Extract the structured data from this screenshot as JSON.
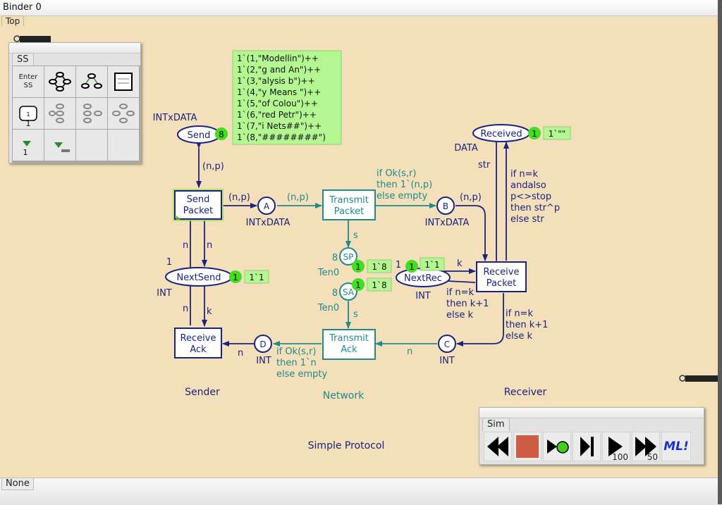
{
  "window": {
    "title": "Binder 0",
    "top_tab": "Top"
  },
  "status": {
    "tab": "None"
  },
  "ss_palette": {
    "tab": "SS",
    "cells": [
      {
        "icon": "enter-ss-tool",
        "label": "Enter\nSS"
      },
      {
        "icon": "calc-all-nodes-icon"
      },
      {
        "icon": "successors-icon"
      },
      {
        "icon": "display-node-icon"
      },
      {
        "icon": "state-space-node-icon"
      },
      {
        "icon": "scc-graph-icon"
      },
      {
        "icon": "predecessors-icon"
      },
      {
        "icon": "partial-graph-icon"
      },
      {
        "icon": "to-simulator-icon"
      },
      {
        "icon": "from-simulator-icon"
      },
      {
        "icon": "empty"
      },
      {
        "icon": "empty"
      }
    ]
  },
  "sim_palette": {
    "tab": "Sim",
    "buttons": [
      {
        "name": "rewind-icon"
      },
      {
        "name": "stop-icon"
      },
      {
        "name": "play-once-icon"
      },
      {
        "name": "step-icon"
      },
      {
        "name": "play-steps-icon",
        "count": "100"
      },
      {
        "name": "fast-forward-icon",
        "count": "50"
      },
      {
        "name": "ml-evaluate-icon",
        "label": "ML!"
      }
    ]
  },
  "net": {
    "places": {
      "send": {
        "name": "Send",
        "type": "INTxDATA",
        "count": "8"
      },
      "a": {
        "name": "A",
        "type": "INTxDATA"
      },
      "b": {
        "name": "B",
        "type": "INTxDATA"
      },
      "c": {
        "name": "C",
        "type": "INT"
      },
      "d": {
        "name": "D",
        "type": "INT"
      },
      "received": {
        "name": "Received",
        "type": "DATA",
        "count": "1",
        "marking": "1`\"\""
      },
      "nextsend": {
        "name": "NextSend",
        "type": "INT",
        "init": "1",
        "count": "1",
        "marking": "1`1"
      },
      "nextrec": {
        "name": "NextRec",
        "type": "INT",
        "init": "1",
        "count": "1",
        "marking": "1`1"
      },
      "sp": {
        "name": "SP",
        "type": "Ten0",
        "init": "8",
        "count": "1",
        "marking": "1`8"
      },
      "sa": {
        "name": "SA",
        "type": "Ten0",
        "init": "8",
        "count": "1",
        "marking": "1`8"
      }
    },
    "transitions": {
      "send_packet": [
        "Send",
        "Packet"
      ],
      "receive_ack": [
        "Receive",
        "Ack"
      ],
      "transmit_packet": [
        "Transmit",
        "Packet"
      ],
      "transmit_ack": [
        "Transmit",
        "Ack"
      ],
      "receive_packet": [
        "Receive",
        "Packet"
      ]
    },
    "send_marking": [
      "1`(1,\"Modellin\")++",
      "1`(2,\"g and An\")++",
      "1`(3,\"alysis b\")++",
      "1`(4,\"y Means \")++",
      "1`(5,\"of Colou\")++",
      "1`(6,\"red Petr\")++",
      "1`(7,\"i Nets##\")++",
      "1`(8,\"########\")"
    ],
    "arcs": {
      "np": "(n,p)",
      "n": "n",
      "k": "k",
      "s": "s",
      "str": "str",
      "ok_packet": [
        "if Ok(s,r)",
        "then 1`(n,p)",
        "else empty"
      ],
      "ok_ack": [
        "if Ok(s,r)",
        "then 1`n",
        "else empty"
      ],
      "received_guard": [
        "if n=k",
        "andalso",
        "p<>stop",
        "then str^p",
        "else str"
      ],
      "nextrec_update": [
        "if n=k",
        "then k+1",
        "else k"
      ],
      "ack_update": [
        "if n=k",
        "then k+1",
        "else k"
      ]
    },
    "modules": {
      "sender": "Sender",
      "network": "Network",
      "receiver": "Receiver",
      "page": "Simple Protocol"
    }
  },
  "colors": {
    "net_blue": "#1a237e",
    "network_teal": "#1f8a8a",
    "token_green": "#44dd22",
    "marking_bg": "#b4f792",
    "background": "#f3dfb9",
    "stop_red": "#cd5c45"
  }
}
